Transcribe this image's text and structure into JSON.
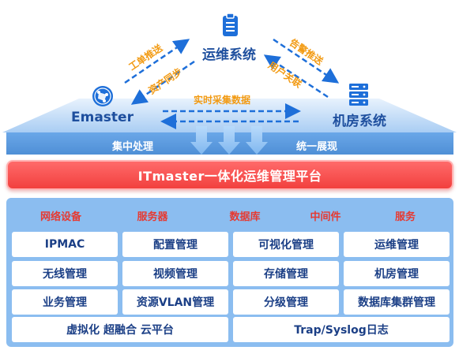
{
  "top": {
    "ops_system": "运维系统",
    "emaster": "Emaster",
    "datacenter_system": "机房系统",
    "labels": {
      "ticket_push": "工单推送",
      "asset_sync": "资产同步",
      "alarm_push": "告警推送",
      "user_link": "用户关联",
      "realtime_collect": "实时采集数据"
    },
    "band_left": "集中处理",
    "band_right": "统一展现"
  },
  "platform": {
    "title": "ITmaster一体化运维管理平台"
  },
  "categories": [
    "网络设备",
    "服务器",
    "数据库",
    "中间件",
    "服务"
  ],
  "grid": {
    "r1c1": "IPMAC",
    "r1c2": "配置管理",
    "r1c3": "可视化管理",
    "r1c4": "运维管理",
    "r2c1": "无线管理",
    "r2c2": "视频管理",
    "r2c3": "存储管理",
    "r2c4": "机房管理",
    "r3c1": "业务管理",
    "r3c2": "资源VLAN管理",
    "r3c3": "分级管理",
    "r3c4": "数据库集群管理",
    "r4left": "虚拟化 超融合 云平台",
    "r4right": "Trap/Syslog日志"
  },
  "colors": {
    "accent_blue": "#1e6fd9",
    "label_orange": "#f29a12",
    "platform_red": "#f2403e",
    "category_red": "#e63a32",
    "panel_blue": "#8bbdf0"
  }
}
